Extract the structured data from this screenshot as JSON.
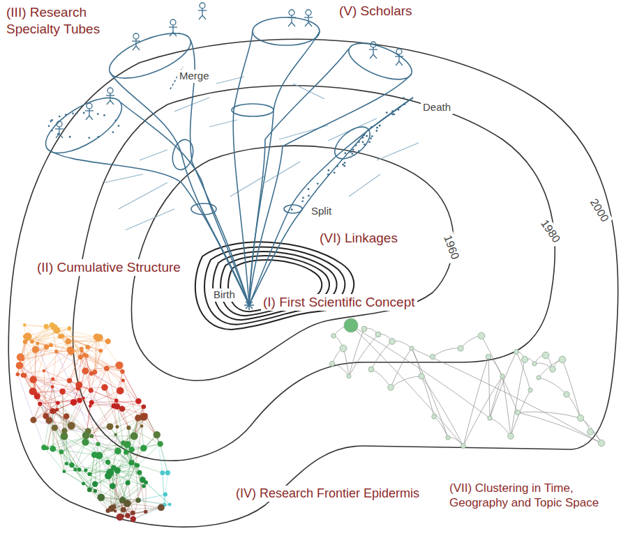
{
  "diagram": {
    "labels": [
      "(III) Research Specialty Tubes",
      "(V) Scholars",
      "Merge",
      "Death",
      "2000",
      "1980",
      "1960",
      "Split",
      "(VI) Linkages",
      "(II) Cumulative Structure",
      "Birth",
      "(I) First Scientific Concept",
      "(IV) Research Frontier Epidermis",
      "(VII) Clustering in Time, Geography and Topic Space"
    ]
  }
}
